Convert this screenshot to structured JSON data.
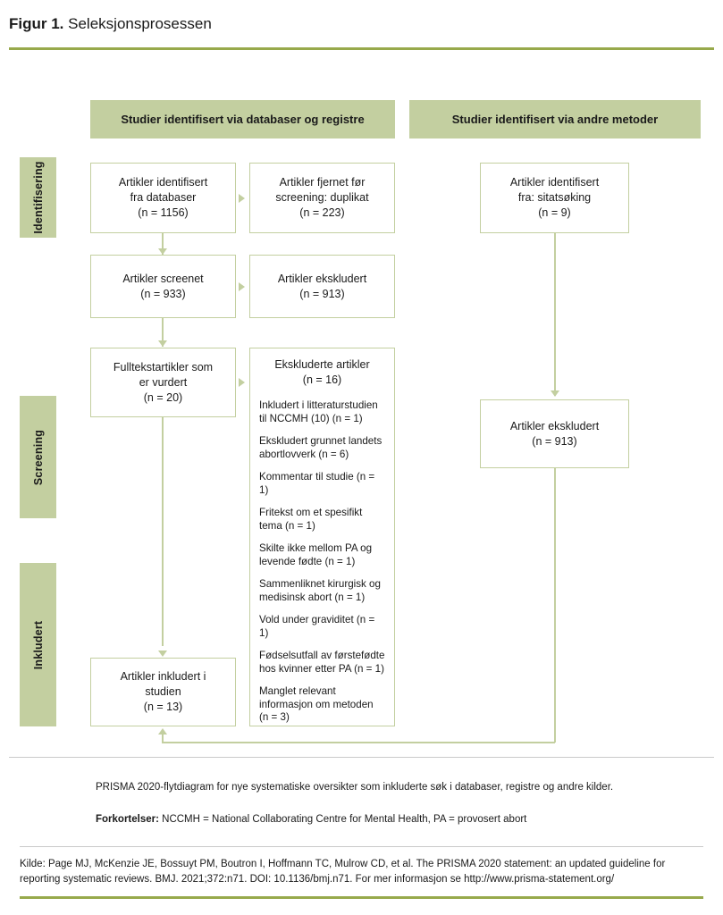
{
  "figure": {
    "label": "Figur 1.",
    "subject": "Seleksjonsprosessen"
  },
  "colors": {
    "green_fill": "#c3cfa0",
    "green_rule": "#97a94b",
    "box_border": "#c3cfa0",
    "grey_rule": "#c9c9c9",
    "text": "#1a1a1a",
    "page_background": "#ffffff"
  },
  "stages": [
    {
      "name": "identification",
      "label": "Identifisering"
    },
    {
      "name": "screening",
      "label": "Screening"
    },
    {
      "name": "included",
      "label": "Inkludert"
    }
  ],
  "columns": {
    "databases": {
      "header": "Studier identifisert via databaser og registre"
    },
    "other": {
      "header": "Studier identifisert via andre metoder"
    }
  },
  "nodes": {
    "identified_databases": {
      "lines": [
        "Artikler identifisert",
        "fra databaser",
        "(n = 1156)"
      ]
    },
    "removed_before_screening": {
      "lines": [
        "Artikler fjernet før",
        "screening: duplikat",
        "(n = 223)"
      ]
    },
    "identified_other": {
      "lines": [
        "Artikler identifisert",
        "fra: sitatsøking",
        "(n = 9)"
      ]
    },
    "screened": {
      "lines": [
        "Artikler screenet",
        "(n = 933)"
      ]
    },
    "excluded_screened": {
      "lines": [
        "Artikler ekskludert",
        "(n = 913)"
      ]
    },
    "fulltext_assessed": {
      "lines": [
        "Fulltekstartikler som",
        "er vurdert",
        "(n = 20)"
      ]
    },
    "excluded_fulltext": {
      "head_lines": [
        "Ekskluderte artikler",
        "(n = 16)"
      ],
      "reasons": [
        "Inkludert i litteraturstudien til NCCMH (10) (n = 1)",
        "Ekskludert grunnet landets abortlovverk (n = 6)",
        "Kommentar til studie (n = 1)",
        "Fritekst om et spesifikt tema (n = 1)",
        "Skilte ikke mellom PA og levende fødte (n = 1)",
        "Sammenliknet kirurgisk og medisinsk abort (n = 1)",
        "Vold under graviditet (n = 1)",
        "Fødselsutfall av førstefødte hos kvinner etter PA (n = 1)",
        "Manglet relevant informasjon om metoden (n = 3)"
      ]
    },
    "excluded_other": {
      "lines": [
        "Artikler ekskludert",
        "(n = 913)"
      ]
    },
    "included_in_study": {
      "lines": [
        "Artikler inkludert i",
        "studien",
        "(n = 13)"
      ]
    }
  },
  "footer": {
    "note": "PRISMA 2020-flytdiagram for nye systematiske oversikter som inkluderte søk i databaser, registre og andre kilder.",
    "abbreviations_label": "Forkortelser:",
    "abbreviations_text": " NCCMH = National Collaborating Centre for Mental Health, PA = provosert abort",
    "source": "Kilde: Page MJ, McKenzie JE, Bossuyt PM, Boutron I, Hoffmann TC, Mulrow CD, et al. The PRISMA 2020 statement: an updated guideline for reporting systematic reviews. BMJ. 2021;372:n71. DOI: 10.1136/bmj.n71. For mer informasjon se http://www.prisma-statement.org/"
  }
}
